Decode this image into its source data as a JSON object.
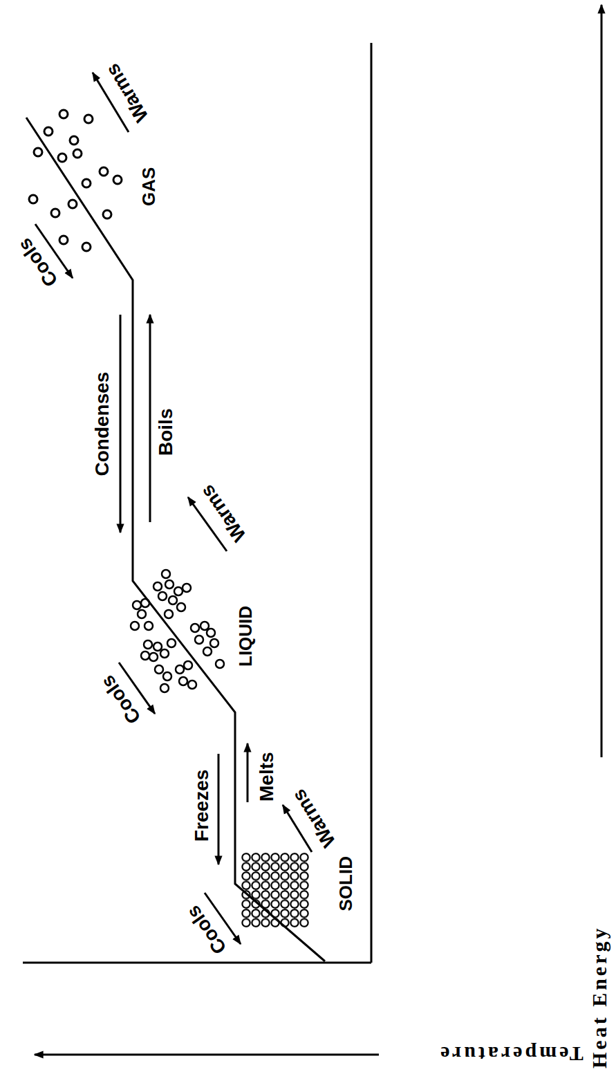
{
  "diagram": {
    "labels": [
      "Warms",
      "GAS",
      "Cools",
      "Condenses",
      "Boils",
      "Warms",
      "LIQUID",
      "Cools",
      "Freezes",
      "Melts",
      "Warms",
      "SOLID",
      "Cools",
      "Heat Energy",
      "Temperature"
    ]
  }
}
